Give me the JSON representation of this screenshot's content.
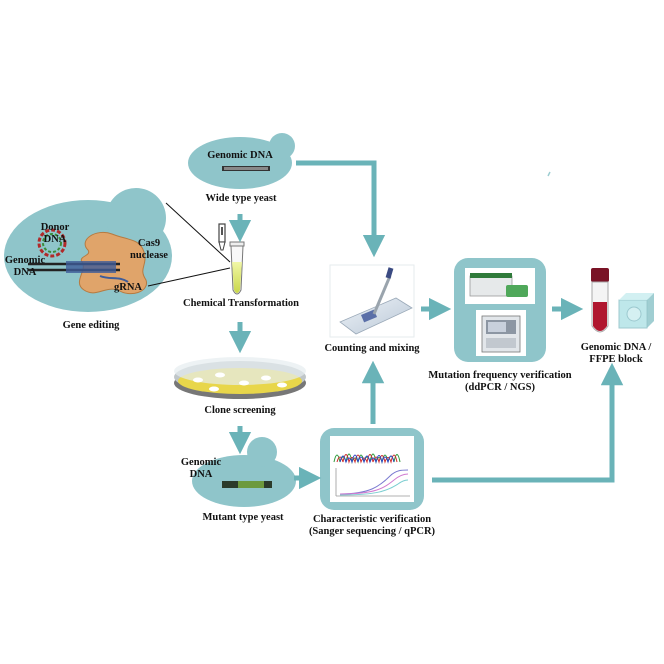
{
  "colors": {
    "teal_fill": "#8fc5ca",
    "teal_border": "#5ea7ad",
    "arrow": "#6ab3b8",
    "cell_orange": "#e0a46a",
    "petri_yellow": "#e8d64a",
    "tube_red": "#b0162e",
    "tube_cap": "#7a1326"
  },
  "labels": {
    "genomic_dna_top": "Genomic DNA",
    "wide_type_yeast": "Wide type yeast",
    "donor_dna": "Donor\nDNA",
    "cas9_nuclease": "Cas9\nnuclease",
    "genomic_dna_left": "Genomic\nDNA",
    "grna": "gRNA",
    "gene_editing": "Gene editing",
    "chemical_transformation": "Chemical Transformation",
    "clone_screening": "Clone screening",
    "genomic_dna_bottom": "Genomic\nDNA",
    "mutant_type_yeast": "Mutant type yeast",
    "counting_and_mixing": "Counting and mixing",
    "mutation_frequency_verification": "Mutation frequency verification\n(ddPCR / NGS)",
    "characteristic_verification": "Characteristic verification\n(Sanger sequencing / qPCR)",
    "genomic_dna_ffpe": "Genomic DNA /\nFFPE block"
  },
  "icons": [
    "yeast-cell-icon",
    "pipette-icon",
    "test-tube-icon",
    "petri-dish-icon",
    "microscope-slide-icon",
    "sequencer-icon",
    "chromatogram-icon",
    "blood-tube-icon",
    "ffpe-block-icon",
    "plasmid-icon",
    "cas9-protein-icon"
  ]
}
